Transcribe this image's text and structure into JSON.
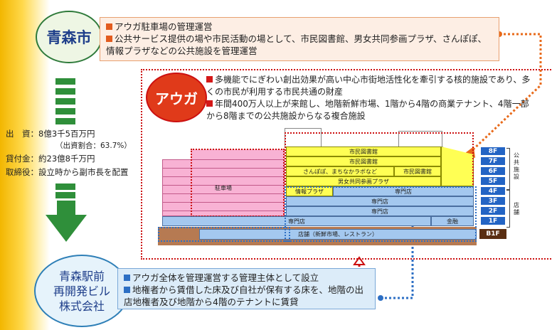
{
  "city": {
    "name": "青森市",
    "items": [
      "アウガ駐車場の管理運営",
      "公共サービス提供の場や市民活動の場として、市民図書館、男女共同参画プラザ、さんぽぽ、情報プラザなどの公共施設を管理運営"
    ]
  },
  "investment": {
    "capital_label": "出　資：",
    "capital_value": "8億3千5百万円",
    "capital_ratio": "（出資割合：63.7%）",
    "loan_label": "貸付金：",
    "loan_value": "約23億8千万円",
    "director_label": "取締役：",
    "director_value": "設立時から副市長を配置"
  },
  "auga": {
    "name": "アウガ",
    "items": [
      "多機能でにぎわい創出効果が高い中心市街地活性化を牽引する核的施設であり、多くの市民が利用する市民共通の財産",
      "年間400万人以上が来館し、地階新鮮市場、1階から4階の商業テナント、4階一部から8階までの公共施設からなる複合施設"
    ]
  },
  "building": {
    "parking": "駐車場",
    "f8": "市民図書館",
    "f7": "市民図書館",
    "f6a": "さんぽぽ、まちなかラボなど",
    "f6b": "市民図書館",
    "f5": "男女共同参画プラザ",
    "f4a": "情報プラザ",
    "f4b": "専門店",
    "f3": "専門店",
    "f2": "専門店",
    "f1a": "専門店",
    "f1b": "金融",
    "b1": "店舗（新鮮市場、レストラン）",
    "floors": [
      "8F",
      "7F",
      "6F",
      "5F",
      "4F",
      "3F",
      "2F",
      "1F"
    ],
    "basement": "B1F",
    "public_label": "公共施設",
    "shop_label": "店舗"
  },
  "company": {
    "name": [
      "青森駅前",
      "再開発ビル",
      "株式会社"
    ],
    "items": [
      "アウガ全体を管理運営する管理主体として設立",
      "地権者から賃借した床及び自社が保有する床を、地階の出店地権者及び地階から4階のテナントに賃貸"
    ]
  },
  "colors": {
    "public": "#ffff54",
    "shop": "#a4c8ef",
    "parking": "#f8b2d4",
    "city_line": "#e86a1a",
    "auga_line": "#cc1010",
    "company_line": "#2d6fc4"
  }
}
